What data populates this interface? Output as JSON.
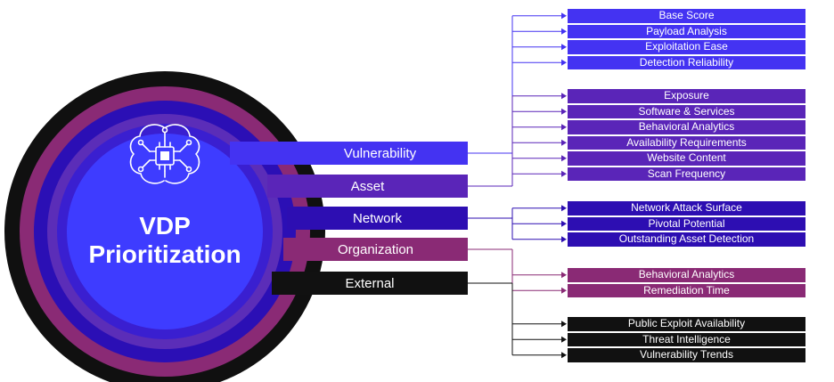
{
  "title": {
    "line1": "VDP",
    "line2": "Prioritization"
  },
  "colors": {
    "vulnerability": "#4433f2",
    "asset": "#5a25b8",
    "network": "#2d0eb2",
    "organization": "#8a2a75",
    "external": "#111111",
    "circle_core": "#3e3cff"
  },
  "central_icon": "brain-chip-icon",
  "categories": [
    {
      "key": "vulnerability",
      "label": "Vulnerability",
      "items": [
        "Base Score",
        "Payload Analysis",
        "Exploitation Ease",
        "Detection Reliability"
      ]
    },
    {
      "key": "asset",
      "label": "Asset",
      "items": [
        "Exposure",
        "Software & Services",
        "Behavioral Analytics",
        "Availability Requirements",
        "Website Content",
        "Scan Frequency"
      ]
    },
    {
      "key": "network",
      "label": "Network",
      "items": [
        "Network Attack Surface",
        "Pivotal Potential",
        "Outstanding Asset Detection"
      ]
    },
    {
      "key": "organization",
      "label": "Organization",
      "items": [
        "Behavioral Analytics",
        "Remediation Time"
      ]
    },
    {
      "key": "external",
      "label": "External",
      "items": [
        "Public Exploit Availability",
        "Threat Intelligence",
        "Vulnerability Trends"
      ]
    }
  ]
}
